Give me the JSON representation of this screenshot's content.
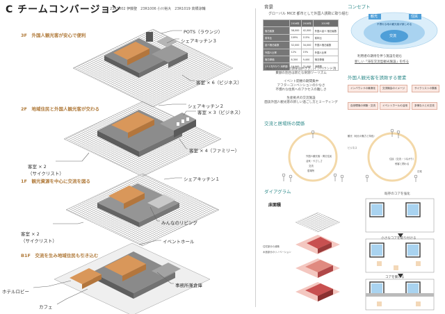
{
  "header": {
    "title": "C チームコンバージョン",
    "members": "23R1002 伊藤聖　23R1006 小川裕大　23R1019 高橋涼輔"
  },
  "floors": {
    "f3": {
      "heading": "3F　外国人観光客が安心で便利",
      "labels": {
        "pots": "POTS（ラウンジ）",
        "kitchen": "シェアキッチン３",
        "rooms": "客室 × 6（ビジネス）"
      }
    },
    "f2": {
      "heading": "2F　地域住民と外国人観光客が交わる",
      "labels": {
        "kitchen": "シェアキッチン２",
        "business": "客室 × 3（ビジネス）",
        "family": "客室 × 4（ファミリー）",
        "cyclist_a": "客室 × 2",
        "cyclist_b": "（サイクリスト）"
      }
    },
    "f1": {
      "heading": "1F　観光資源を中心に交流を図る",
      "labels": {
        "kitchen": "シェアキッチン１",
        "living": "みんなのリビング",
        "cyclist_a": "客室 × 2",
        "cyclist_b": "（サイクリスト）"
      }
    },
    "b1": {
      "heading": "B1F　交流を生み地域住民も引き込む",
      "labels": {
        "event": "イベントホール",
        "office": "事務所兼倉庫",
        "lobby": "ホテルロビー",
        "cafe": "カフェ"
      }
    }
  },
  "background": {
    "heading": "背景",
    "subtitle": "グローバル MICE 都市として外国人誘致に取り組む",
    "table": {
      "columns": [
        "",
        "2016年",
        "2018年",
        "2019年"
      ],
      "rows": [
        [
          "宿泊客数",
          "38,000",
          "42,000",
          "外国人延べ\n宿泊者数"
        ],
        [
          "前年比",
          "109%",
          "115%",
          "前年比"
        ],
        [
          "延べ宿泊者数",
          "32,000",
          "34,000",
          "外国人宿泊者数"
        ],
        [
          "外国人比率",
          "12%",
          "15%",
          "外国人比率"
        ],
        [
          "宿泊単価",
          "8,300",
          "9,400",
          "宿泊単価"
        ],
        [
          "1人1泊当たり\n消費額",
          "19,000",
          "21,000",
          "消費額"
        ]
      ]
    },
    "notes": [
      "気分がパリパリの源泉はやぎぎ、インバウンド消",
      "費額の割合は新たな財源ツーリズム",
      "イベント開催の期間集中",
      "アフターコンベンションの少なさ",
      "不慣れな住民へのアクセスの難しさ",
      "生産拠点の交流施設",
      "面談外国人観光客の新しい過ごし方とミーティング"
    ]
  },
  "concept": {
    "heading": "コンセプト",
    "ellipses": {
      "tourist": "観光",
      "resident": "住民",
      "exchange": "交流"
    },
    "inner_text": "不慣れな地の観光客が楽しめる",
    "summary_a": "利用者の期待を伴う施設を組む",
    "summary_b": "新しい「滞在交流型観光施設」を作る"
  },
  "attract": {
    "heading": "外国人観光客を誘致する要素",
    "tags": [
      "インバウンドの最適化",
      "交流機会のイメージ",
      "サイクリストの集客",
      "自然環境の体験・交流",
      "イベントホールの活用",
      "多様な人との交流"
    ]
  },
  "exchange": {
    "heading": "交流と居場所の関係",
    "labels": [
      "外国人観光客・周辺住民",
      "活気・やさしさ",
      "交流",
      "居場所",
      "観光（地元の魅力と特色）",
      "ビジネス",
      "住民（交流・つながり）",
      "他客と関わる",
      "日常"
    ]
  },
  "diagram": {
    "heading": "ダイアグラム",
    "floor_label": "床面積",
    "caption_a": "住宅部分の減築",
    "caption_b": "木造部分のリノベーション",
    "steps": [
      "既存のコアを強化",
      "小さなコアを取り付ける",
      "コアを繋げる"
    ]
  },
  "colors": {
    "accent": "#c9863f",
    "accent_light": "#e9b57a",
    "slab": "#8c8c8c",
    "teal": "#2e8a8a",
    "red": "#c85050",
    "pink": "#f1c9c0"
  }
}
